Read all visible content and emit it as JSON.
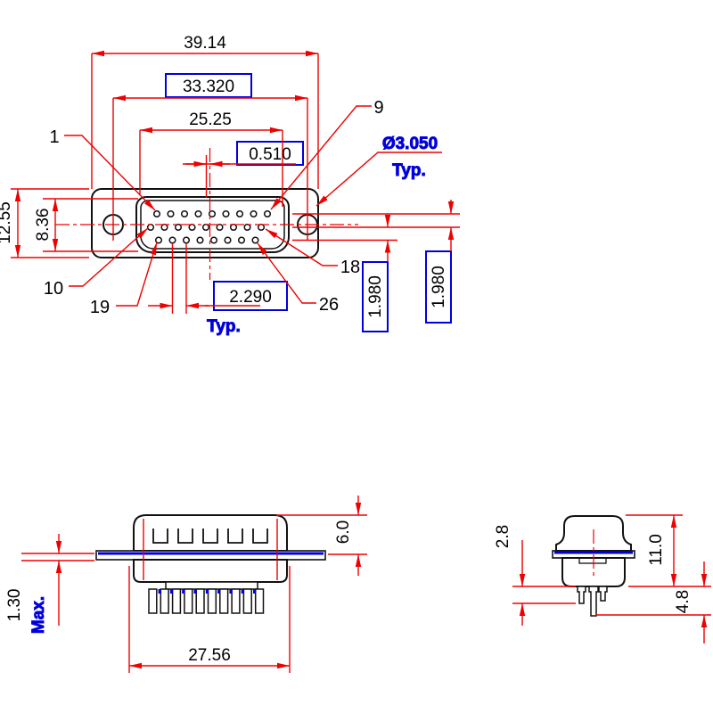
{
  "colors": {
    "geometry": "#111111",
    "dimension": "#ee0000",
    "highlight": "#0000dd"
  },
  "front_view": {
    "dim_overall_width": "39.14",
    "dim_hole_spacing": "33.320",
    "dim_insert_width": "25.25",
    "dim_row_offset": "0.510",
    "dim_flange_height": "12.55",
    "dim_insert_height": "8.36",
    "dim_pin_pitch": "2.290",
    "pin_pitch_note": "Typ.",
    "dim_row_pitch_left": "1.980",
    "dim_row_pitch_right": "1.980",
    "dim_hole_diameter": "Ø3.050",
    "hole_diameter_note": "Typ.",
    "pin_1": "1",
    "pin_9": "9",
    "pin_10": "10",
    "pin_18": "18",
    "pin_19": "19",
    "pin_26": "26"
  },
  "side_view": {
    "dim_shell_height": "6.0",
    "dim_flange_thickness": "1.30",
    "flange_thickness_note": "Max.",
    "dim_body_width": "27.56"
  },
  "end_view": {
    "dim_pin_short": "2.8",
    "dim_total_height": "11.0",
    "dim_pin_long": "4.8"
  }
}
